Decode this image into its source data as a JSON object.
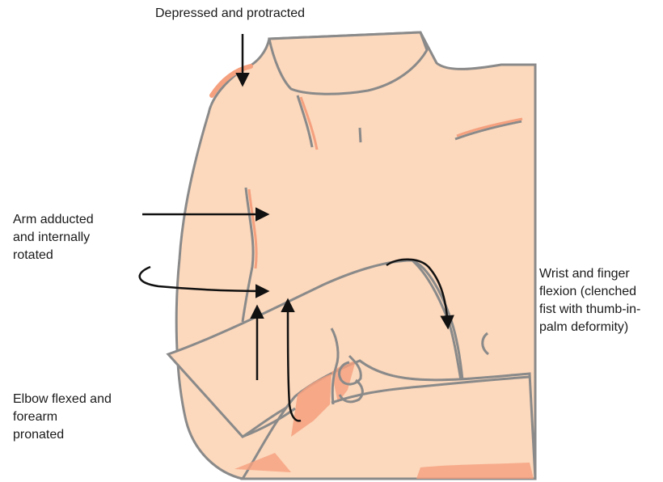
{
  "labels": {
    "shoulder": [
      "Depressed and protracted"
    ],
    "arm": [
      "Arm adducted",
      "and internally",
      "rotated"
    ],
    "wrist": [
      "Wrist and finger",
      "flexion (clenched",
      "fist with thumb-in-",
      "palm deformity)"
    ],
    "elbow": [
      "Elbow flexed and",
      "forearm",
      "pronated"
    ]
  },
  "colors": {
    "skin": "#fcd8bc",
    "shadow": "#f5a07e",
    "outline": "#8a8a8a",
    "arrow": "#111111"
  }
}
